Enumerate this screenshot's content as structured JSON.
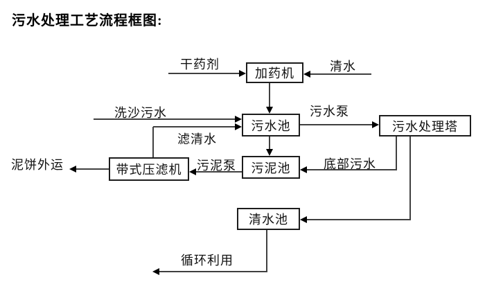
{
  "title": "污水处理工艺流程框图:",
  "colors": {
    "background": "#ffffff",
    "line": "#3f3f3f",
    "box_border": "#1c1c1c",
    "text": "#000000"
  },
  "nodes": [
    {
      "id": "dosing-machine",
      "label": "加药机"
    },
    {
      "id": "wastewater-pool",
      "label": "污水池"
    },
    {
      "id": "treatment-tower",
      "label": "污水处理塔"
    },
    {
      "id": "sludge-pool",
      "label": "污泥池"
    },
    {
      "id": "belt-filter-press",
      "label": "带式压滤机"
    },
    {
      "id": "clean-water-pool",
      "label": "清水池"
    }
  ],
  "flow_labels": [
    {
      "id": "dry-chemical",
      "text": "干药剂"
    },
    {
      "id": "clean-water",
      "text": "清水"
    },
    {
      "id": "sand-washing-wastewater",
      "text": "洗沙污水"
    },
    {
      "id": "filtered-clean-water",
      "text": "滤清水"
    },
    {
      "id": "wastewater-pump",
      "text": "污水泵"
    },
    {
      "id": "bottom-wastewater",
      "text": "底部污水"
    },
    {
      "id": "sludge-pump",
      "text": "污泥泵"
    },
    {
      "id": "mud-cake-shipped-out",
      "text": "泥饼外运"
    },
    {
      "id": "recycled-use",
      "text": "循环利用"
    }
  ]
}
